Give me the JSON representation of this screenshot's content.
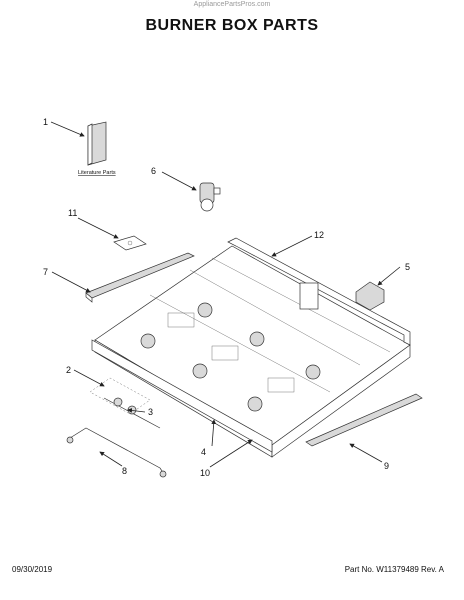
{
  "header": {
    "watermark": "AppliancePartsPros.com",
    "title": "BURNER BOX PARTS"
  },
  "diagram": {
    "callouts": [
      "1",
      "2",
      "3",
      "4",
      "5",
      "6",
      "7",
      "8",
      "9",
      "10",
      "11",
      "12"
    ],
    "literature_label": "Literature Parts"
  },
  "footer": {
    "date": "09/30/2019",
    "part_info": "Part No. W11379489  Rev. A"
  }
}
